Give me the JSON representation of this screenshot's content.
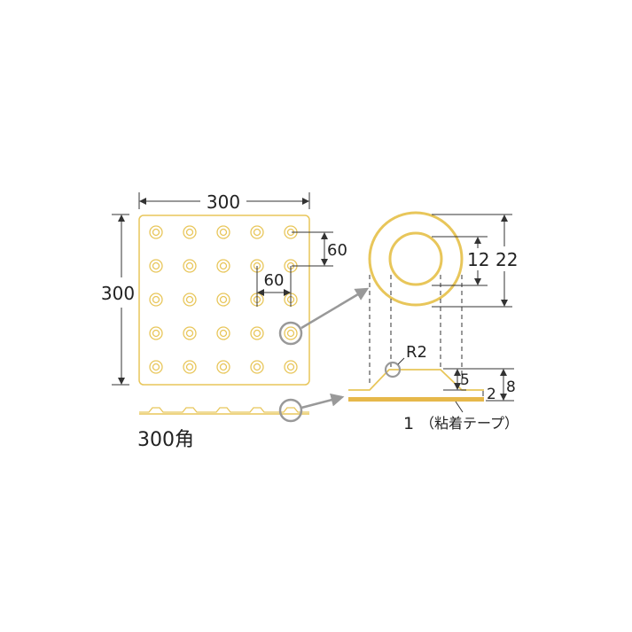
{
  "colors": {
    "tile": "#e8c65a",
    "tape": "#e6b84a",
    "dim": "#333333",
    "callout": "#999999",
    "background": "#ffffff"
  },
  "plan_view": {
    "width_label": "300",
    "height_label": "300",
    "row_pitch_label": "60",
    "col_pitch_label": "60",
    "grid_rows": 5,
    "grid_cols": 5
  },
  "profile_view": {
    "caption": "300角"
  },
  "detail_top": {
    "inner_diameter_label": "12",
    "outer_diameter_label": "22"
  },
  "detail_section": {
    "radius_label": "R2",
    "stud_height_label": "5",
    "base_thickness_label": "2",
    "total_height_label": "8",
    "tape_thickness_label": "1",
    "tape_name": "（粘着テープ）"
  }
}
